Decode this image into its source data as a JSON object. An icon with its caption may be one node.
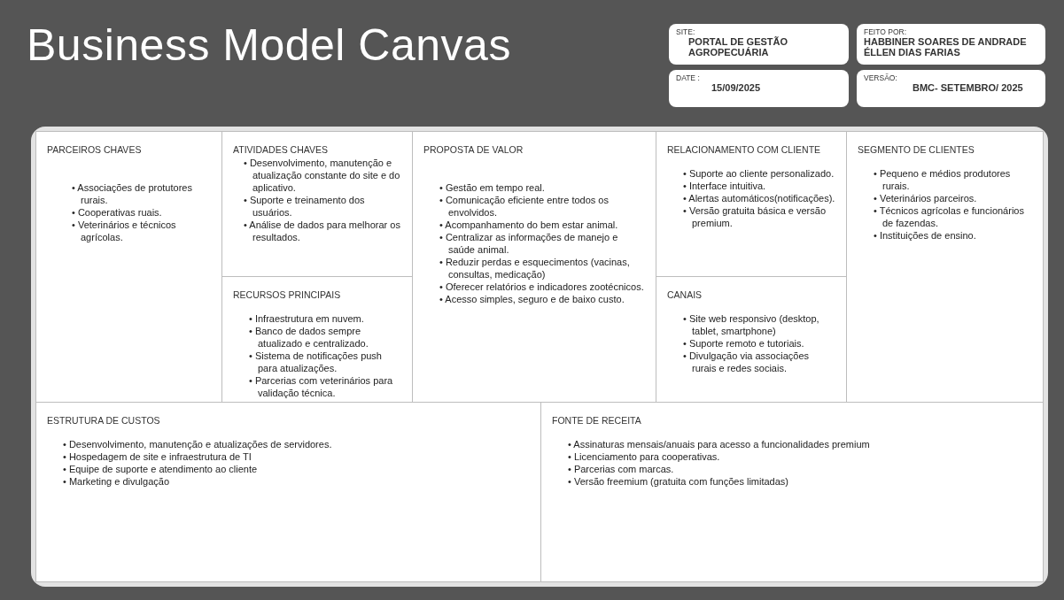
{
  "diagram": {
    "title": "Business Model Canvas",
    "nodes": [
      {
        "text": [
          "SITE:",
          "PORTAL DE GESTÃO AGROPECUÁRIA"
        ]
      },
      {
        "text": [
          "FEITO POR:",
          "HABBINER SOARES DE ANDRADE",
          "ÉLLEN DIAS FARIAS"
        ]
      },
      {
        "text": [
          "DATE :",
          "15/09/2025"
        ]
      },
      {
        "text": [
          "VERSÃO:",
          "BMC- SETEMBRO/ 2025"
        ]
      },
      {
        "text": [
          "PARCEIROS CHAVES",
          "• Associações de protutores rurais.",
          "• Cooperativas ruais.",
          "• Veterinários e técnicos agrícolas."
        ]
      },
      {
        "text": [
          "ATIVIDADES CHAVES",
          "• Desenvolvimento, manutenção e atualização constante do site e do aplicativo.",
          "• Suporte e treinamento dos usuários.",
          "• Análise de dados para melhorar os resultados."
        ]
      },
      {
        "text": [
          "RECURSOS PRINCIPAIS",
          "• Infraestrutura em nuvem.",
          "• Banco de dados sempre atualizado e centralizado.",
          "• Sistema de notificações push para atualizações.",
          "• Parcerias com veterinários para validação técnica."
        ]
      },
      {
        "text": [
          "PROPOSTA DE VALOR",
          "• Gestão em tempo real.",
          "• Comunicação eficiente entre todos os envolvidos.",
          "• Acompanhamento do bem estar animal.",
          "• Centralizar as informações de manejo e saúde animal.",
          "• Reduzir perdas e esquecimentos (vacinas, consultas, medicação)",
          "• Oferecer relatórios e indicadores zootécnicos.",
          "• Acesso simples, seguro e de baixo custo."
        ]
      },
      {
        "text": [
          "RELACIONAMENTO COM CLIENTE",
          "• Suporte ao cliente personalizado.",
          "• Interface intuitiva.",
          "• Alertas automáticos(notificações).",
          "• Versão gratuita básica e versão premium."
        ]
      },
      {
        "text": [
          "CANAIS",
          "• Site web responsivo (desktop, tablet, smartphone)",
          "• Suporte remoto e tutoriais.",
          "• Divulgação via associações rurais e redes sociais."
        ]
      },
      {
        "text": [
          "SEGMENTO DE CLIENTES",
          "• Pequeno e médios produtores rurais.",
          "• Veterinários parceiros.",
          "• Técnicos agrícolas e funcionários de fazendas.",
          "• Instituições de ensino."
        ]
      },
      {
        "text": [
          "ESTRUTURA DE CUSTOS",
          "• Desenvolvimento, manutenção e atualizações de servidores.",
          "• Hospedagem de site e infraestrutura de TI",
          "• Equipe de suporte e atendimento ao cliente",
          "• Marketing e divulgação"
        ]
      },
      {
        "text": [
          "FONTE DE RECEITA",
          "• Assinaturas mensais/anuais para acesso a funcionalidades premium",
          "• Licenciamento para cooperativas.",
          "• Parcerias com marcas.",
          "• Versão freemium (gratuita com funções limitadas)"
        ]
      }
    ],
    "edges": []
  }
}
